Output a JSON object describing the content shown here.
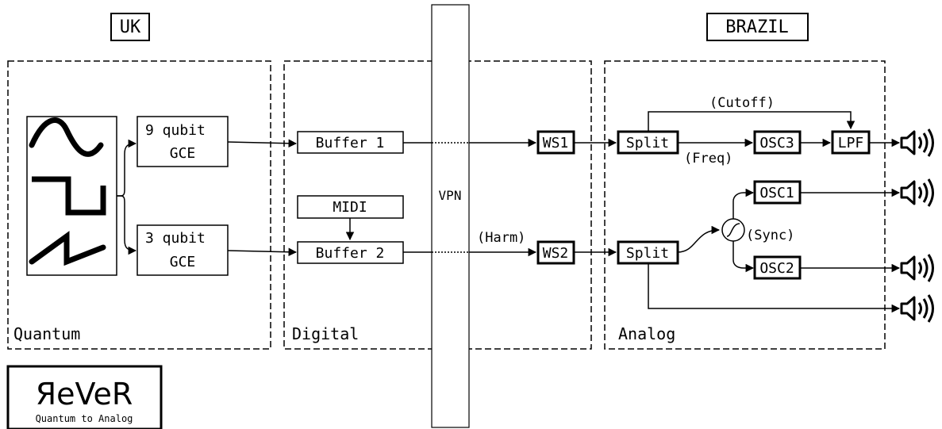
{
  "regions": {
    "uk": "UK",
    "brazil": "BRAZIL",
    "vpn": "VPN"
  },
  "sections": {
    "quantum": "Quantum",
    "digital": "Digital",
    "analog": "Analog"
  },
  "nodes": {
    "gce9_line1": "9 qubit",
    "gce9_line2": "GCE",
    "gce3_line1": "3 qubit",
    "gce3_line2": "GCE",
    "buffer1": "Buffer 1",
    "buffer2": "Buffer 2",
    "midi": "MIDI",
    "ws1": "WS1",
    "ws2": "WS2",
    "split1": "Split",
    "split2": "Split",
    "osc1": "OSC1",
    "osc2": "OSC2",
    "osc3": "OSC3",
    "lpf": "LPF"
  },
  "edge_labels": {
    "cutoff": "(Cutoff)",
    "freq": "(Freq)",
    "harm": "(Harm)",
    "sync": "(Sync)"
  },
  "logo": {
    "title": "ЯeVeR",
    "subtitle": "Quantum to Analog"
  },
  "icons": [
    "sine-wave-icon",
    "square-wave-icon",
    "sawtooth-wave-icon",
    "speaker-icon",
    "sync-icon"
  ]
}
